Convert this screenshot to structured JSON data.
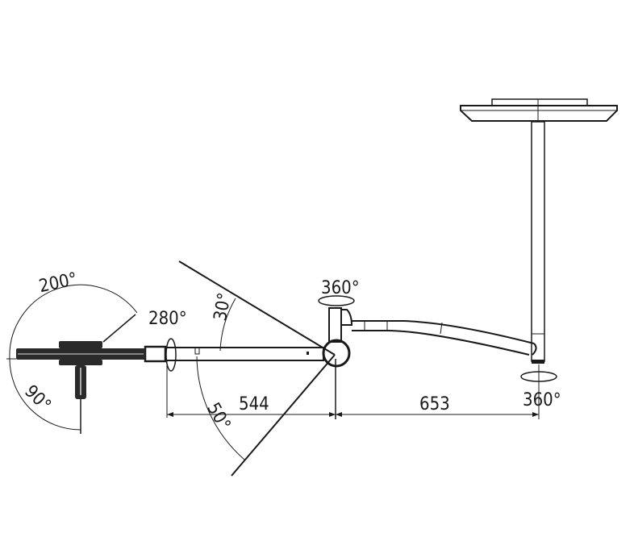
{
  "diagram": {
    "labels": {
      "head_rotation": "200°",
      "head_tilt": "280°",
      "head_swing": "90°",
      "arm_up": "30°",
      "arm_down": "50°",
      "joint_rotation": "360°",
      "column_rotation": "360°"
    },
    "dimensions": {
      "arm_length": "544",
      "extension_length": "653"
    },
    "colors": {
      "line": "#1a1a1a",
      "background": "#ffffff"
    }
  }
}
